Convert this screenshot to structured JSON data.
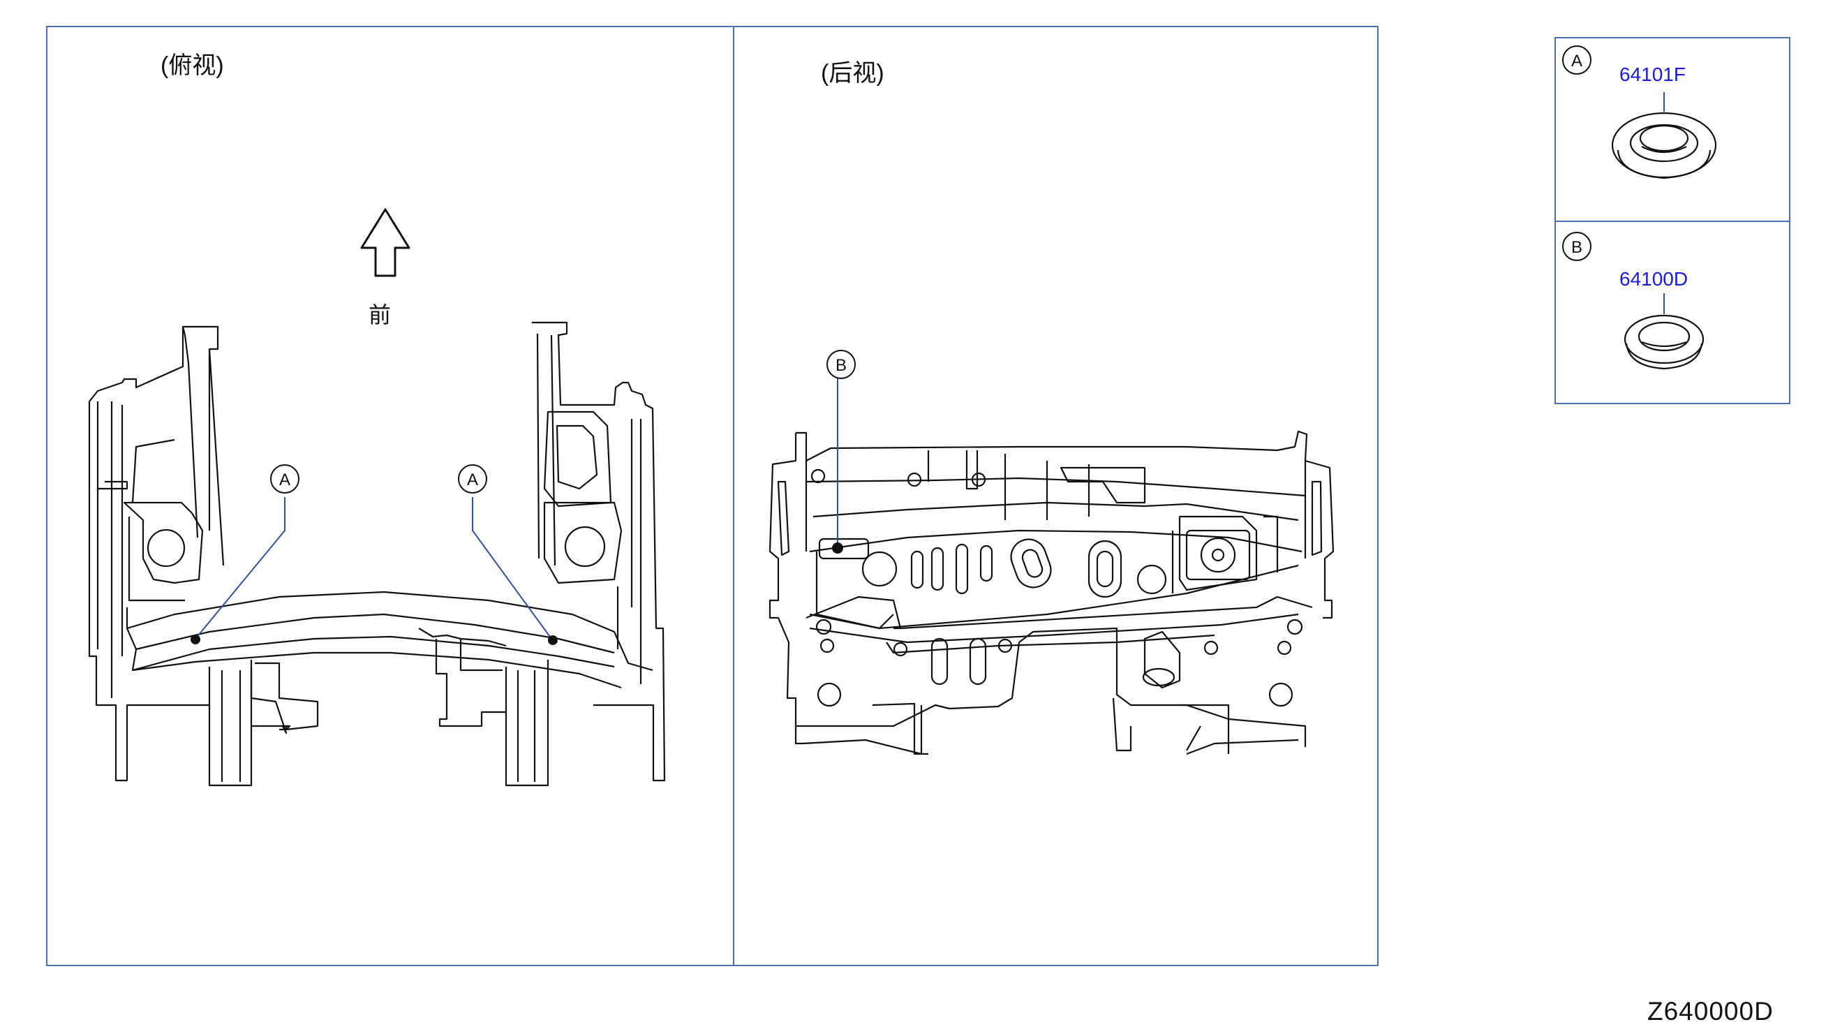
{
  "diagram": {
    "views": {
      "top_view_label": "(俯视)",
      "rear_view_label": "(后视)",
      "front_label": "前"
    },
    "callouts": {
      "a": "A",
      "b": "B"
    },
    "parts": [
      {
        "marker": "A",
        "part_number": "64101F"
      },
      {
        "marker": "B",
        "part_number": "64100D"
      }
    ],
    "diagram_code": "Z640000D",
    "colors": {
      "frame": "#4a72b0",
      "part_number": "#1a1adb",
      "leader": "#3050a0",
      "drawing": "#111111"
    }
  }
}
